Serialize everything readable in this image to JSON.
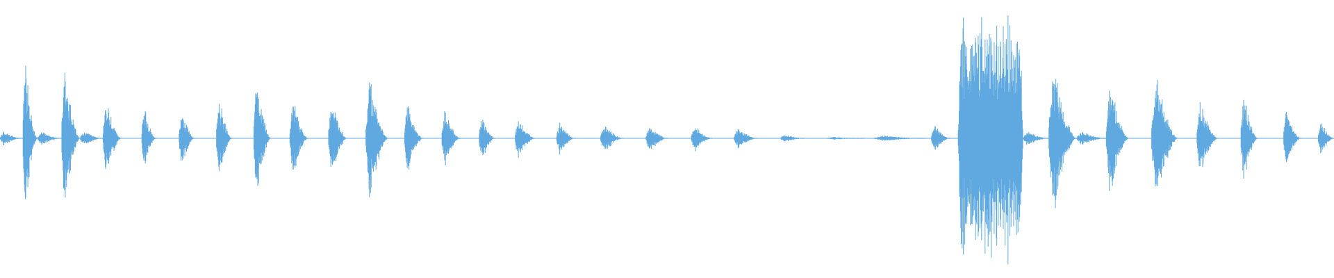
{
  "waveform": {
    "color": "#5fa9e0",
    "segments": [
      {
        "start": 0.0,
        "end": 0.016,
        "peak": 0.05
      },
      {
        "start": 0.017,
        "end": 0.028,
        "peak": 0.55
      },
      {
        "start": 0.028,
        "end": 0.046,
        "peak": 0.05
      },
      {
        "start": 0.046,
        "end": 0.06,
        "peak": 0.5
      },
      {
        "start": 0.06,
        "end": 0.077,
        "peak": 0.05
      },
      {
        "start": 0.077,
        "end": 0.091,
        "peak": 0.27
      },
      {
        "start": 0.106,
        "end": 0.117,
        "peak": 0.22
      },
      {
        "start": 0.134,
        "end": 0.146,
        "peak": 0.2
      },
      {
        "start": 0.162,
        "end": 0.174,
        "peak": 0.3
      },
      {
        "start": 0.19,
        "end": 0.203,
        "peak": 0.42
      },
      {
        "start": 0.217,
        "end": 0.231,
        "peak": 0.28
      },
      {
        "start": 0.246,
        "end": 0.26,
        "peak": 0.3
      },
      {
        "start": 0.274,
        "end": 0.291,
        "peak": 0.45
      },
      {
        "start": 0.303,
        "end": 0.317,
        "peak": 0.25
      },
      {
        "start": 0.331,
        "end": 0.345,
        "peak": 0.2
      },
      {
        "start": 0.359,
        "end": 0.371,
        "peak": 0.16
      },
      {
        "start": 0.386,
        "end": 0.401,
        "peak": 0.15
      },
      {
        "start": 0.417,
        "end": 0.431,
        "peak": 0.11
      },
      {
        "start": 0.45,
        "end": 0.467,
        "peak": 0.1
      },
      {
        "start": 0.484,
        "end": 0.5,
        "peak": 0.1
      },
      {
        "start": 0.518,
        "end": 0.534,
        "peak": 0.09
      },
      {
        "start": 0.55,
        "end": 0.568,
        "peak": 0.07
      },
      {
        "start": 0.585,
        "end": 0.603,
        "peak": 0.03
      },
      {
        "start": 0.62,
        "end": 0.648,
        "peak": 0.01
      },
      {
        "start": 0.655,
        "end": 0.694,
        "peak": 0.02
      },
      {
        "start": 0.698,
        "end": 0.712,
        "peak": 0.1
      },
      {
        "start": 0.718,
        "end": 0.767,
        "peak": 0.85
      },
      {
        "start": 0.767,
        "end": 0.786,
        "peak": 0.05
      },
      {
        "start": 0.786,
        "end": 0.807,
        "peak": 0.52
      },
      {
        "start": 0.807,
        "end": 0.829,
        "peak": 0.05
      },
      {
        "start": 0.829,
        "end": 0.846,
        "peak": 0.42
      },
      {
        "start": 0.863,
        "end": 0.883,
        "peak": 0.45
      },
      {
        "start": 0.897,
        "end": 0.913,
        "peak": 0.26
      },
      {
        "start": 0.93,
        "end": 0.943,
        "peak": 0.32
      },
      {
        "start": 0.962,
        "end": 0.975,
        "peak": 0.2
      },
      {
        "start": 0.988,
        "end": 1.0,
        "peak": 0.12
      }
    ]
  }
}
